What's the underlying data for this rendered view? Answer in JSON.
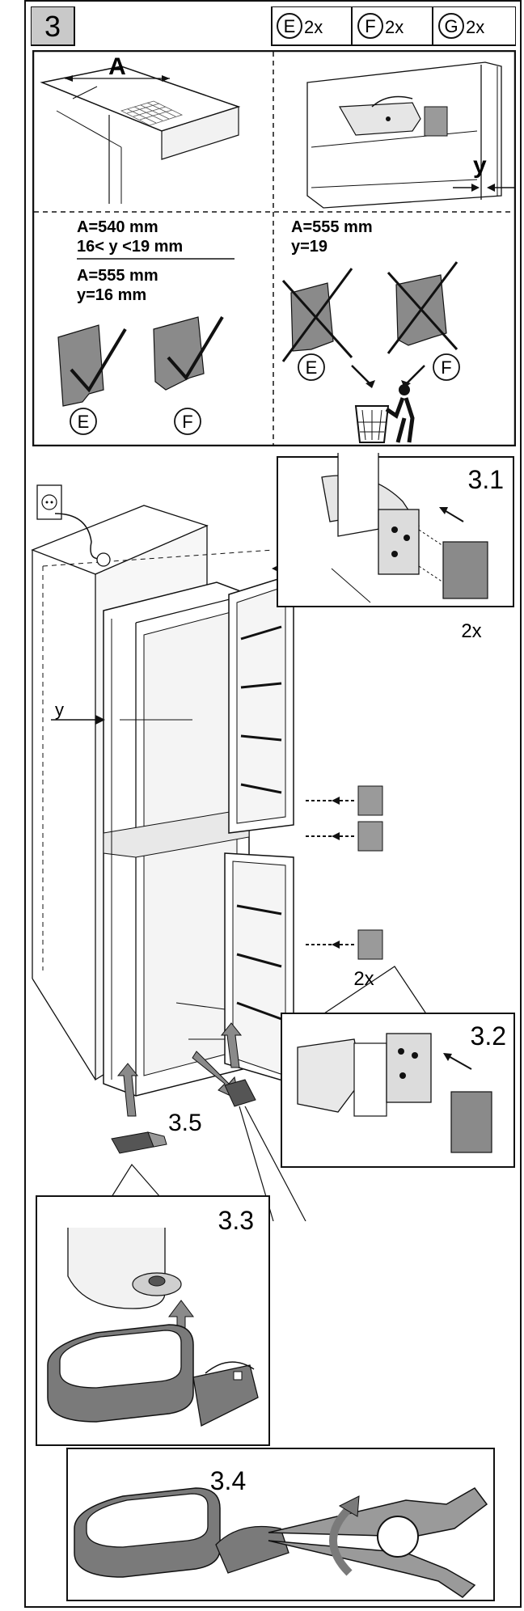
{
  "step": {
    "number": "3"
  },
  "parts": [
    {
      "letter": "E",
      "qty": "2x"
    },
    {
      "letter": "F",
      "qty": "2x"
    },
    {
      "letter": "G",
      "qty": "2x"
    }
  ],
  "measurement": {
    "dim_a": "A",
    "dim_y": "y",
    "case_ok_1_a": "A=540 mm",
    "case_ok_1_y": "16< y <19 mm",
    "case_ok_2_a": "A=555 mm",
    "case_ok_2_y": "y=16 mm",
    "case_bad_a": "A=555 mm",
    "case_bad_y": "y=19",
    "ok_part_1": "E",
    "ok_part_2": "F",
    "bad_part_1": "E",
    "bad_part_2": "F"
  },
  "steps": {
    "s31": "3.1",
    "s31_qty": "2x",
    "s32": "3.2",
    "s32_qty": "2x",
    "s33": "3.3",
    "s34": "3.4",
    "s35": "3.5",
    "y_label": "y"
  },
  "colors": {
    "line": "#111111",
    "part_fill": "#8a8a8a",
    "box_fill": "#d9d9d9",
    "bg": "#ffffff"
  }
}
